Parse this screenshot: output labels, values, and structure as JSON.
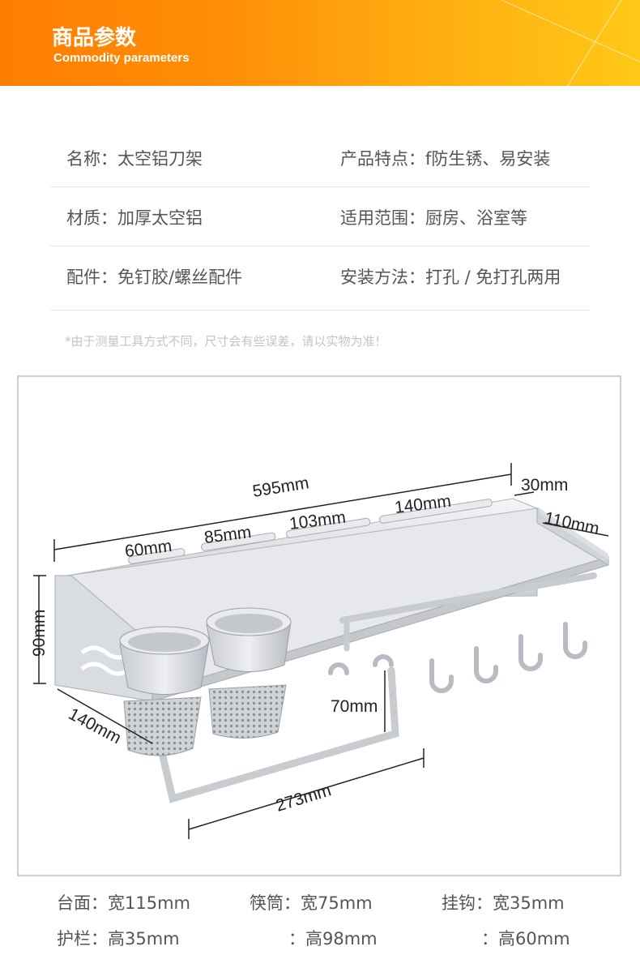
{
  "header": {
    "title": "商品参数",
    "subtitle": "Commodity parameters"
  },
  "specs": [
    [
      "名称：太空铝刀架",
      "产品特点：f防生锈、易安装"
    ],
    [
      "材质：加厚太空铝",
      "适用范围：厨房、浴室等"
    ],
    [
      "配件：免钉胶/螺丝配件",
      "安装方法：打孔 / 免打孔两用"
    ]
  ],
  "note": "*由于测量工具方式不同，尺寸会有些误差，请以实物为准！",
  "dimensions": {
    "total_width": "595mm",
    "thickness": "30mm",
    "depth": "110mm",
    "slot1": "60mm",
    "slot2": "85mm",
    "slot3": "103mm",
    "slot4": "140mm",
    "height": "90mm",
    "side_depth": "140mm",
    "bar_drop": "70mm",
    "bar_length": "273mm"
  },
  "footer": {
    "row1": [
      "台面：宽115mm",
      "筷筒：宽75mm",
      "挂钩：宽35mm"
    ],
    "row2": [
      "护栏：高35mm",
      "：高98mm",
      "：高60mm"
    ]
  }
}
